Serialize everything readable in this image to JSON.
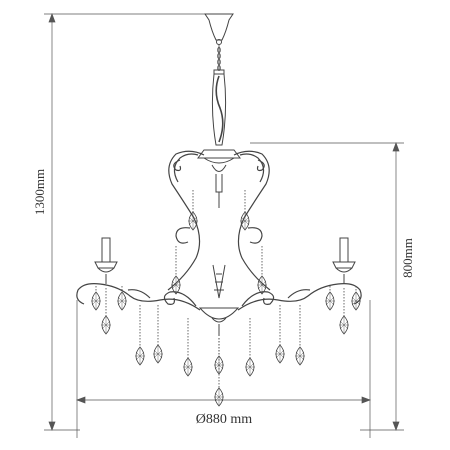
{
  "dimensions": {
    "height_total": "1300mm",
    "height_body": "800mm",
    "diameter": "Ø880 mm"
  },
  "colors": {
    "line": "#444444",
    "dim_line": "#555555",
    "background": "#ffffff"
  },
  "crystals": [
    {
      "drop_length": 22
    },
    {
      "drop_length": 22
    },
    {
      "drop_length": 30
    },
    {
      "drop_length": 30
    },
    {
      "drop_length": 40
    },
    {
      "drop_length": 40
    },
    {
      "drop_length": 40
    },
    {
      "drop_length": 40
    },
    {
      "drop_length": 50
    },
    {
      "drop_length": 50
    }
  ]
}
